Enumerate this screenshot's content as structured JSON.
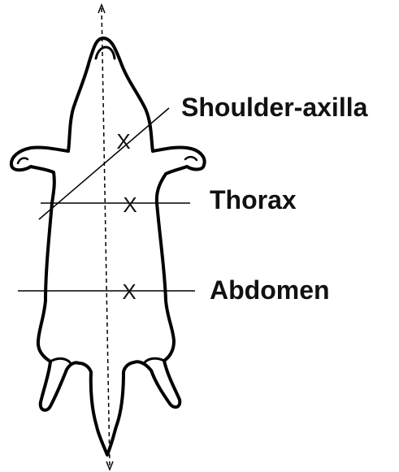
{
  "labels": {
    "shoulder_axilla": "Shoulder-axilla",
    "thorax": "Thorax",
    "abdomen": "Abdomen"
  },
  "markers": {
    "shoulder_axilla": "X",
    "thorax": "X",
    "abdomen": "X"
  },
  "colors": {
    "outline": "#000000",
    "text": "#111111",
    "background": "#ffffff"
  }
}
